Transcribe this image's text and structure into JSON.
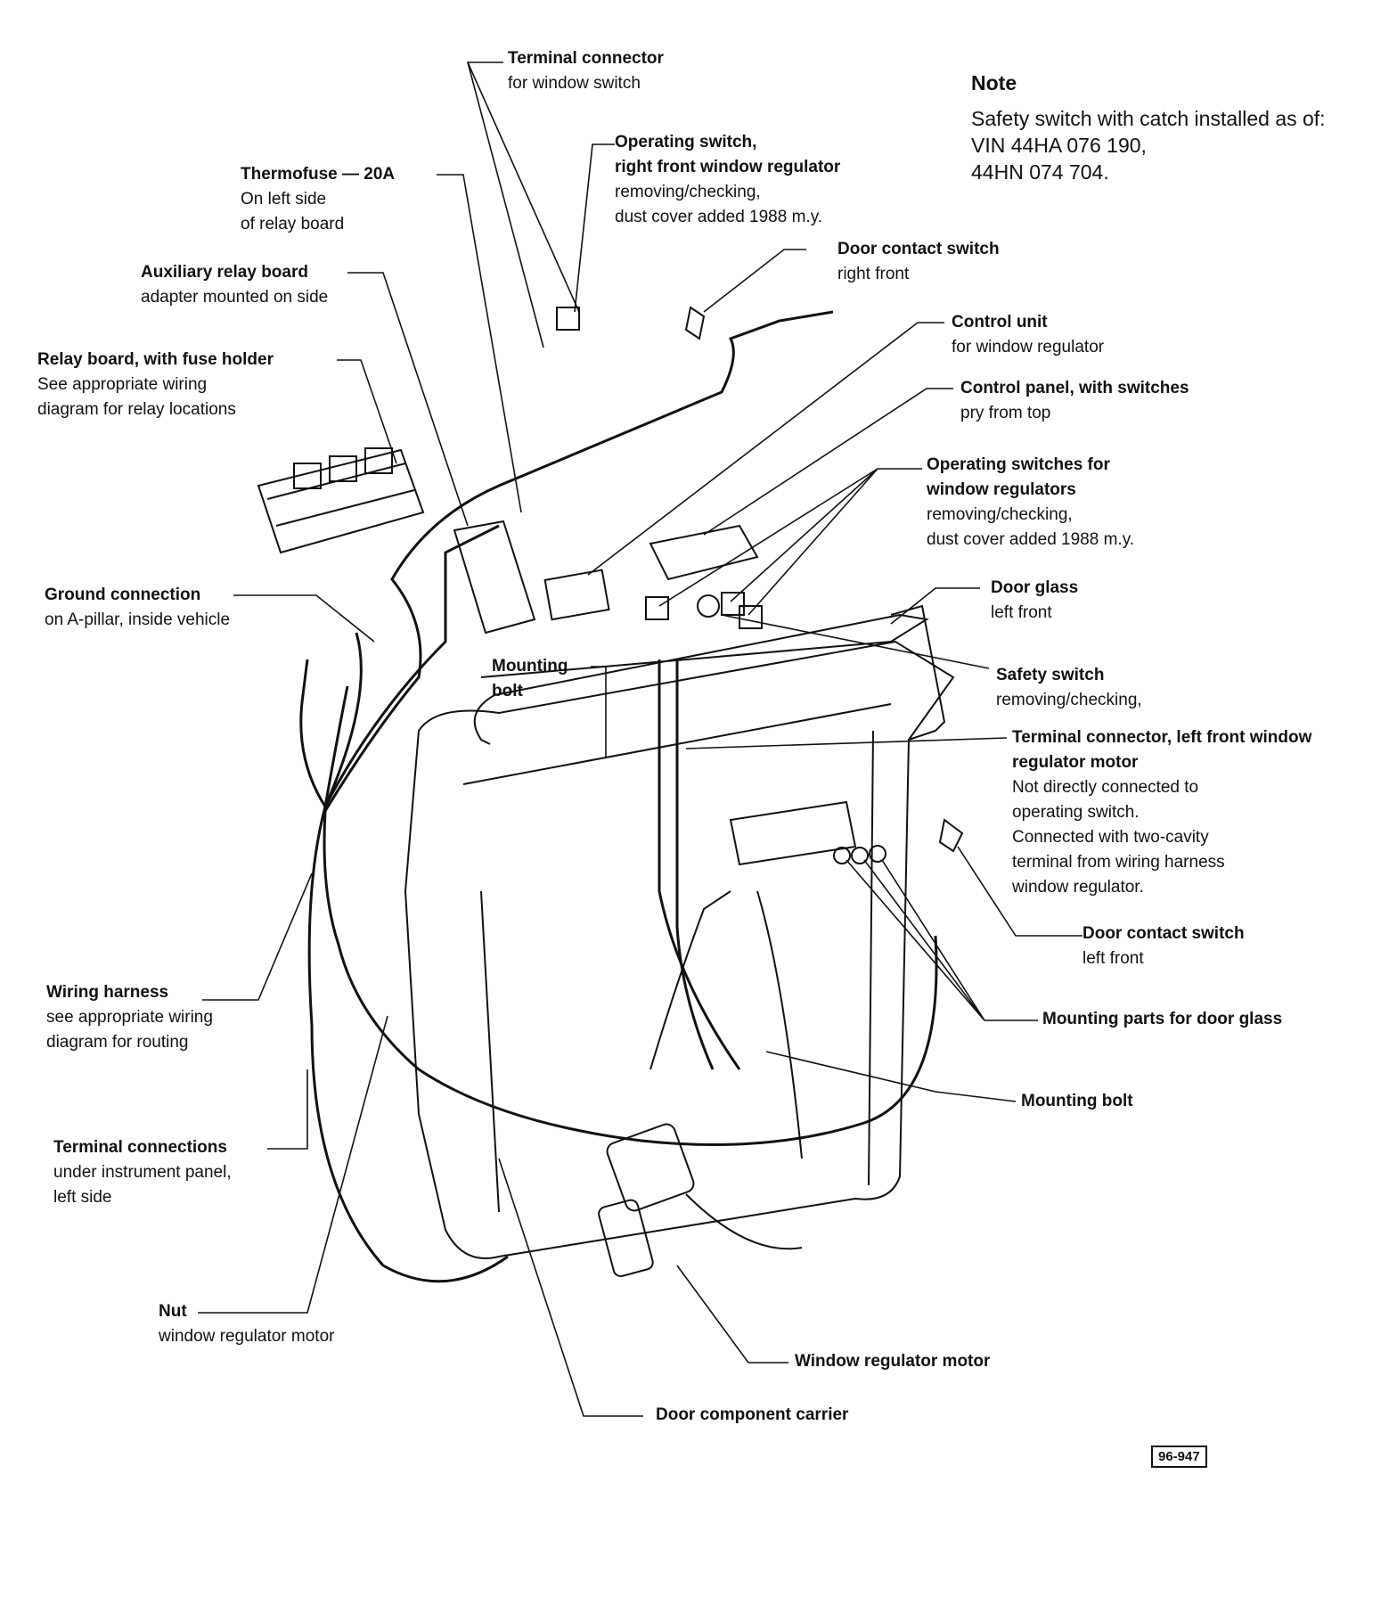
{
  "note": {
    "title": "Note",
    "lines": [
      "Safety switch with catch installed as of:",
      "VIN 44HA 076 190,",
      "44HN 074 704."
    ]
  },
  "figure_number": "96-947",
  "labels": {
    "terminal_connector_switch": {
      "title": "Terminal connector",
      "sub": [
        "for window switch"
      ]
    },
    "operating_switch_right": {
      "title": [
        "Operating switch,",
        "right front window regulator"
      ],
      "sub": [
        "removing/checking,",
        "dust cover added 1988 m.y."
      ]
    },
    "thermofuse": {
      "title": "Thermofuse — 20A",
      "sub": [
        "On left side",
        "of relay board"
      ]
    },
    "door_contact_right": {
      "title": "Door contact switch",
      "sub": [
        "right front"
      ]
    },
    "aux_relay_board": {
      "title": "Auxiliary relay board",
      "sub": [
        "adapter mounted on side"
      ]
    },
    "control_unit": {
      "title": "Control unit",
      "sub": [
        "for window regulator"
      ]
    },
    "relay_board": {
      "title": "Relay board, with fuse holder",
      "sub": [
        "See appropriate wiring",
        "diagram for relay locations"
      ]
    },
    "control_panel": {
      "title": "Control panel, with switches",
      "sub": [
        "pry from top"
      ]
    },
    "operating_switches": {
      "title": [
        "Operating switches for",
        "window regulators"
      ],
      "sub": [
        "removing/checking,",
        "dust cover added 1988 m.y."
      ]
    },
    "ground_connection": {
      "title": "Ground connection",
      "sub": [
        "on A-pillar, inside vehicle"
      ]
    },
    "door_glass": {
      "title": "Door glass",
      "sub": [
        "left front"
      ]
    },
    "mounting_bolt_top": {
      "title": [
        "Mounting",
        "bolt"
      ],
      "sub": []
    },
    "safety_switch": {
      "title": "Safety switch",
      "sub": [
        "removing/checking,"
      ]
    },
    "terminal_connector_motor": {
      "title": [
        "Terminal connector, left front window",
        "regulator motor"
      ],
      "sub": [
        "Not directly connected to",
        "operating switch.",
        "Connected with two-cavity",
        "terminal from wiring harness",
        "window regulator."
      ]
    },
    "door_contact_left": {
      "title": "Door contact switch",
      "sub": [
        "left front"
      ]
    },
    "wiring_harness": {
      "title": "Wiring harness",
      "sub": [
        "see appropriate wiring",
        "diagram for routing"
      ]
    },
    "mounting_parts_glass": {
      "title": "Mounting parts for door glass",
      "sub": []
    },
    "mounting_bolt_bottom": {
      "title": "Mounting bolt",
      "sub": []
    },
    "terminal_connections": {
      "title": "Terminal connections",
      "sub": [
        "under instrument panel,",
        "left side"
      ]
    },
    "nut": {
      "title": "Nut",
      "sub": [
        "window regulator motor"
      ]
    },
    "window_motor": {
      "title": "Window regulator motor",
      "sub": []
    },
    "door_carrier": {
      "title": "Door component carrier",
      "sub": []
    }
  }
}
